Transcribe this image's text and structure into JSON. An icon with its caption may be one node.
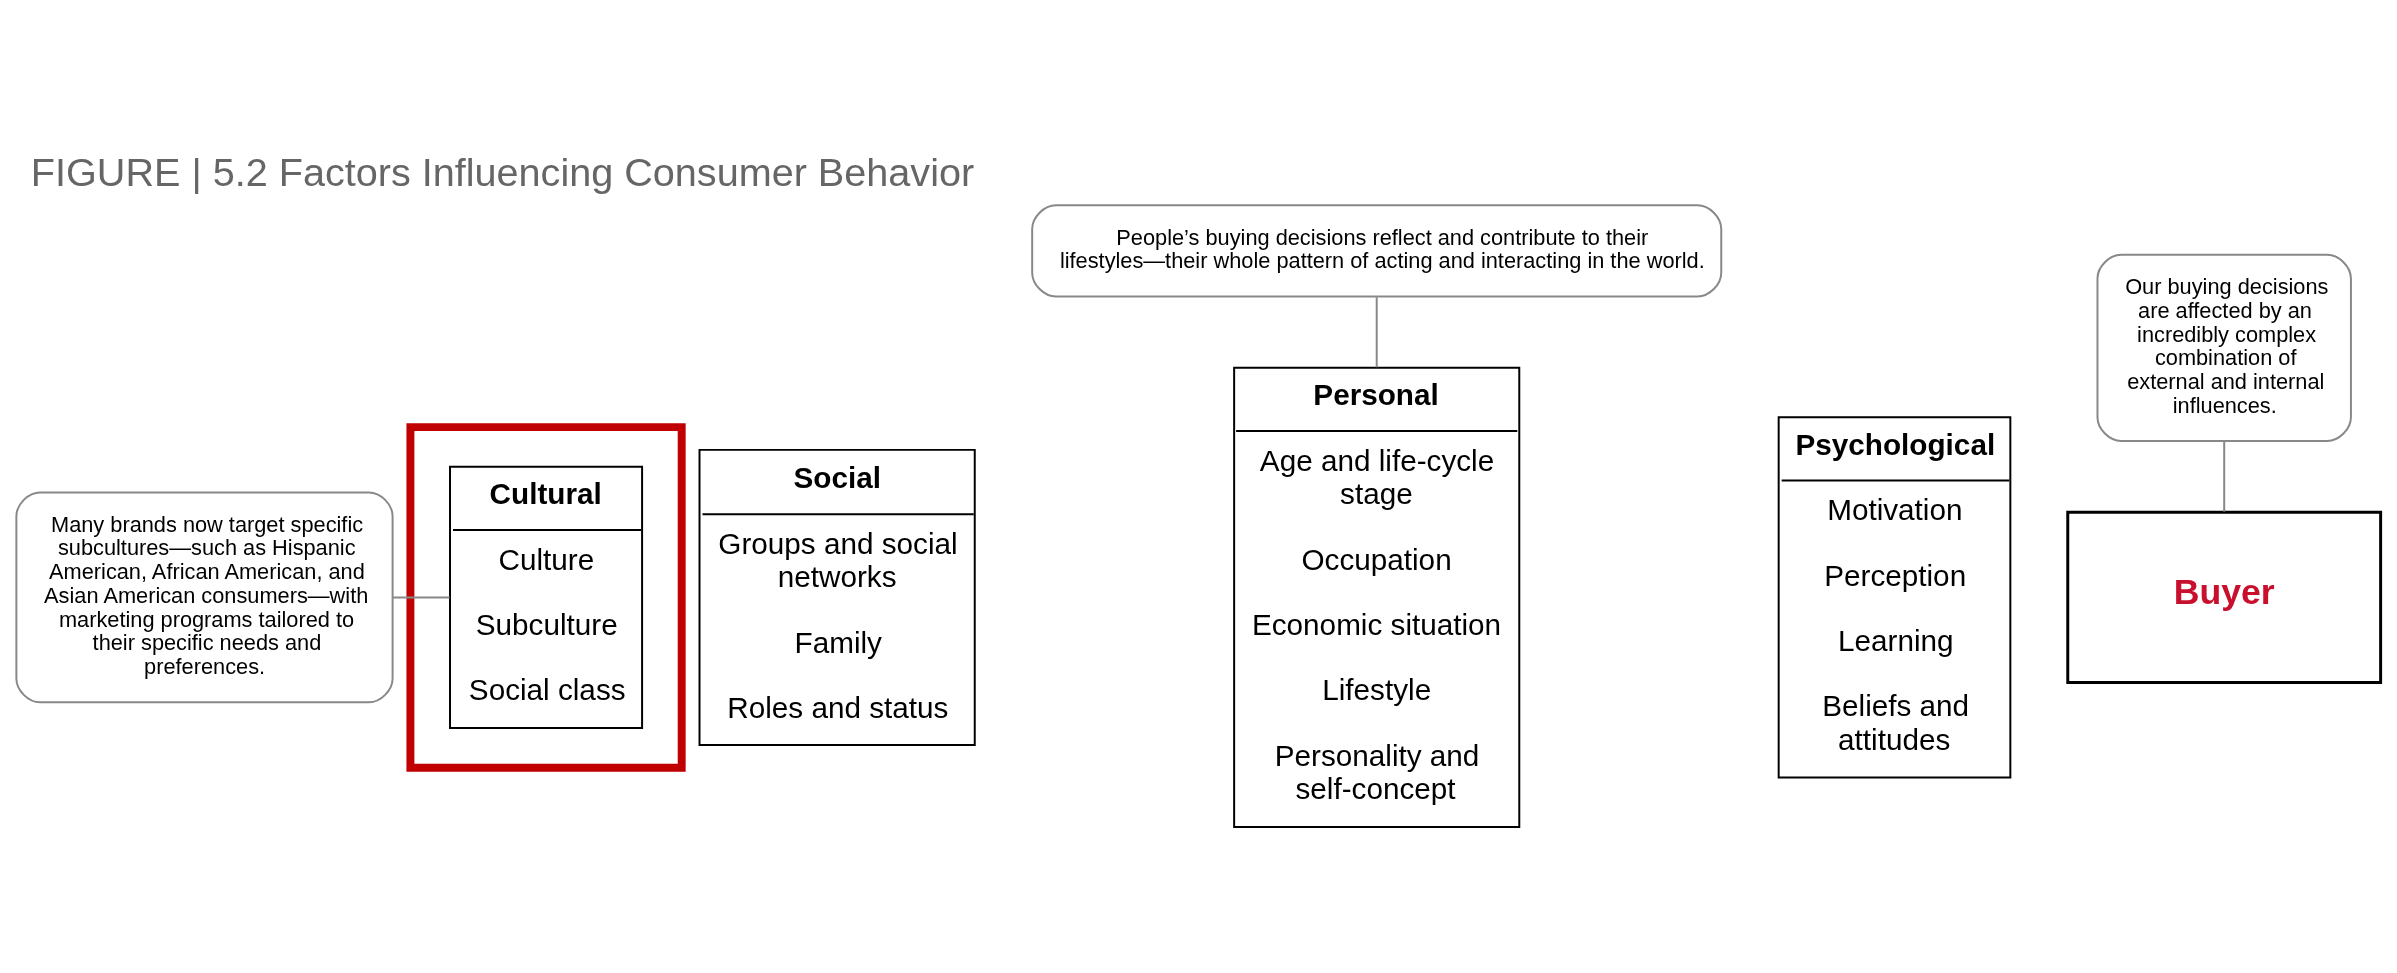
{
  "diagram": {
    "title": "FIGURE | 5.2 Factors Influencing Consumer Behavior",
    "nodes": [
      {
        "text": [],
        "shape": "box"
      },
      {
        "text": [
          "Cultural",
          "Culture",
          "Subculture",
          "Social class"
        ],
        "in": 0
      },
      {
        "text": [
          "Social",
          "Groups and social networks",
          "Family",
          "Roles and status"
        ]
      },
      {
        "text": [
          "Personal",
          "Age and life-cycle stage",
          "Occupation",
          "Economic situation",
          "Lifestyle",
          "Personality and self-concept"
        ]
      },
      {
        "text": [
          "Psychological",
          "Motivation",
          "Perception",
          "Learning",
          "Beliefs and attitudes"
        ]
      },
      {
        "text": [
          "Buyer"
        ]
      },
      {
        "text": [
          "Many brands now target specific subcultures—such as Hispanic American, African American, and Asian American consumers—with marketing programs tailored to their specific needs and preferences."
        ]
      },
      {
        "text": [
          "People’s buying decisions reflect and contribute to their lifestyles—their whole pattern of acting and interacting in the world."
        ]
      },
      {
        "text": [
          "Our buying decisions are affected by an incredibly complex combination of external and internal influences."
        ]
      }
    ],
    "edges": [
      {
        "from": 6,
        "to": 1,
        "arrow": "none"
      },
      {
        "from": 7,
        "to": 3,
        "arrow": "none"
      },
      {
        "from": 8,
        "to": 5,
        "arrow": "none"
      }
    ]
  }
}
